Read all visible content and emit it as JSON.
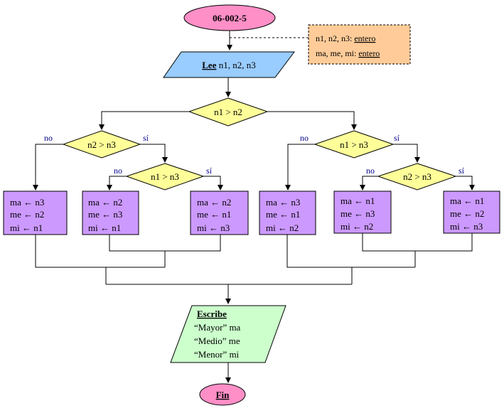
{
  "colors": {
    "terminator": "#ff8fc7",
    "read": "#99ccff",
    "decision": "#ffff99",
    "process": "#cc99ff",
    "output": "#ccffcc",
    "note": "#ffcc99",
    "branch_label": "#00008b"
  },
  "flowchart": {
    "start": "06-002-5",
    "note": {
      "line1_prefix": "n1, n2, n3: ",
      "line1_type": "entero",
      "line2_prefix": "ma, me, mi: ",
      "line2_type": "entero"
    },
    "read": {
      "keyword": "Lee",
      "vars": "n1, n2, n3"
    },
    "d_main": "n1 > n2",
    "d_left": "n2 > n3",
    "d_left_inner": "n1 > n3",
    "d_right": "n1 > n3",
    "d_right_inner": "n2 > n3",
    "labels": {
      "no": "no",
      "yes": "sí"
    },
    "boxes": [
      [
        "ma ← n3",
        "me ← n2",
        "mi ← n1"
      ],
      [
        "ma ← n2",
        "me ← n3",
        "mi ← n1"
      ],
      [
        "ma ← n2",
        "me ← n1",
        "mi ← n3"
      ],
      [
        "ma ← n3",
        "me ← n1",
        "mi ← n2"
      ],
      [
        "ma ← n1",
        "me ← n3",
        "mi ← n2"
      ],
      [
        "ma ← n1",
        "me ← n2",
        "mi ← n3"
      ]
    ],
    "output": {
      "keyword": "Escribe",
      "lines": [
        "“Mayor” ma",
        "“Medio” me",
        "“Menor” mi"
      ]
    },
    "end": "Fin"
  }
}
